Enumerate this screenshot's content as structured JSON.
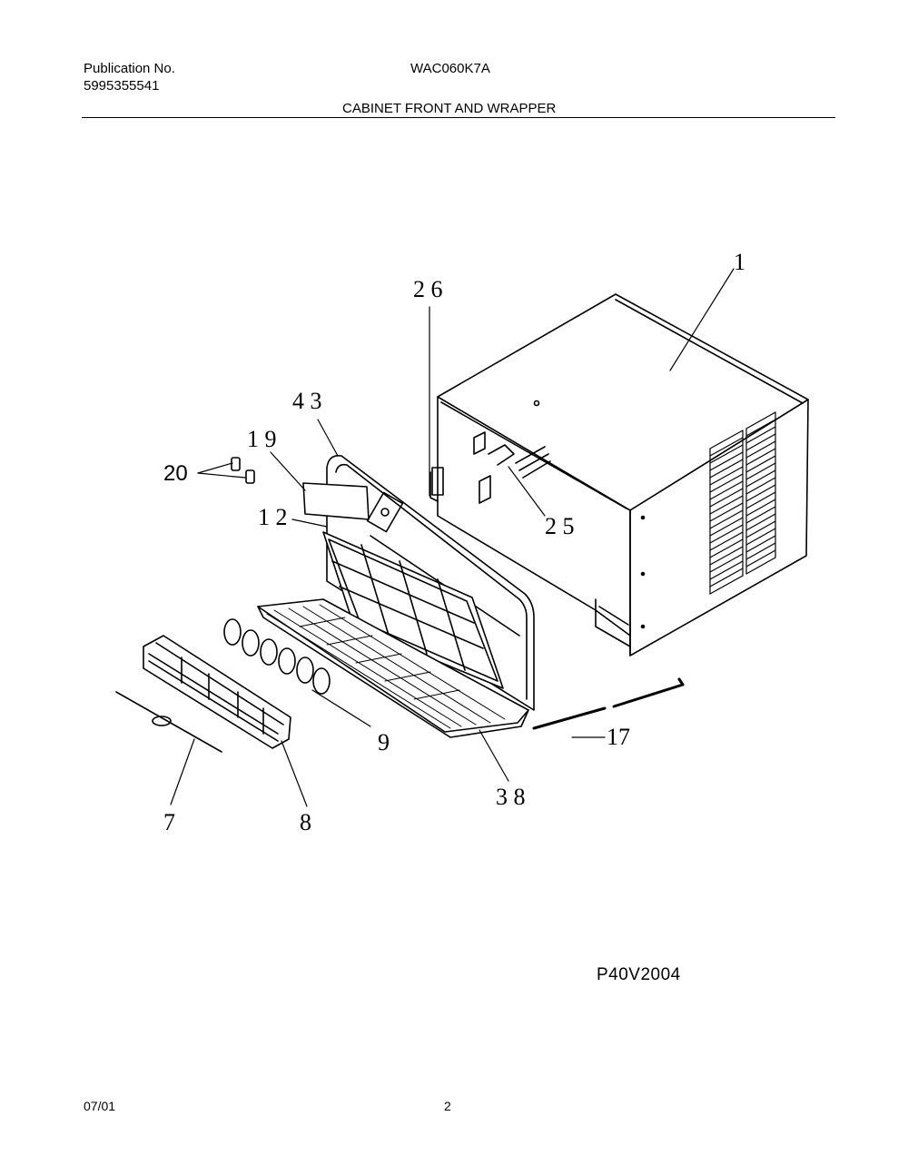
{
  "header": {
    "publication_label": "Publication No.",
    "publication_number": "5995355541",
    "model": "WAC060K7A",
    "section_title": "CABINET FRONT AND WRAPPER"
  },
  "callouts": {
    "c1": "1",
    "c26": "2 6",
    "c43": "4 3",
    "c19": "1 9",
    "c20": "20",
    "c12": "1 2",
    "c25": "2 5",
    "c9": "9",
    "c17": "17",
    "c38": "3 8",
    "c7": "7",
    "c8": "8"
  },
  "drawing_code": "P40V2004",
  "footer": {
    "date": "07/01",
    "page": "2"
  }
}
